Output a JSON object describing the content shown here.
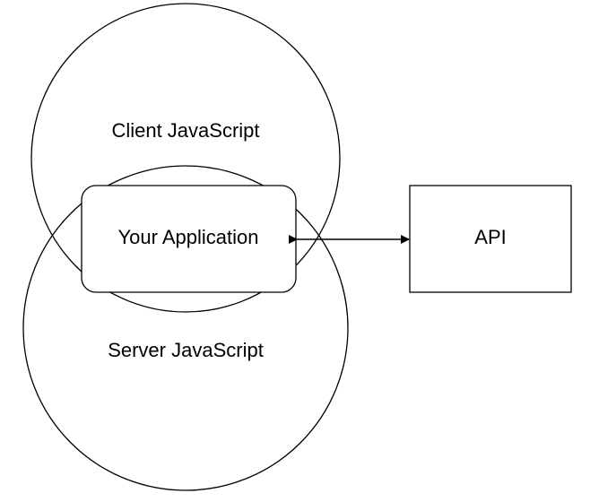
{
  "diagram": {
    "client_label": "Client JavaScript",
    "server_label": "Server JavaScript",
    "app_label": "Your Application",
    "api_label": "API",
    "stroke_color": "#000000",
    "background_color": "#ffffff"
  }
}
